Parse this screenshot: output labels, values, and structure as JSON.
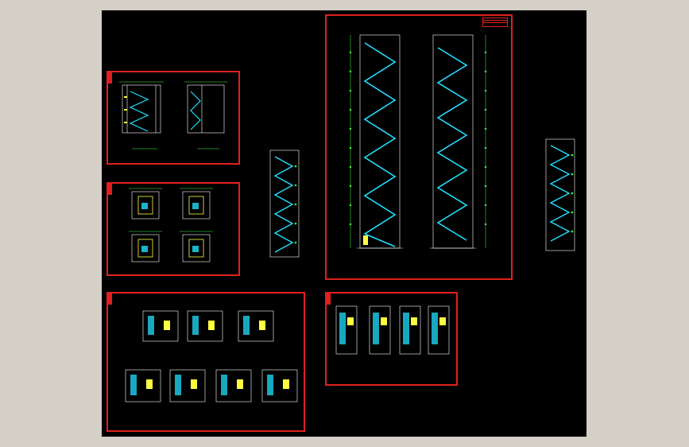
{
  "colors": {
    "background": "#d4d0c8",
    "canvas": "#000000",
    "frame": "#e02020",
    "stair": "#20e0ff",
    "wall": "#ffffff",
    "dimension": "#40ff40",
    "text": "#ffff40"
  },
  "sheets": [
    {
      "id": "sheet-stair-sections-a",
      "tag": "",
      "caption": ""
    },
    {
      "id": "sheet-stair-plans-a",
      "tag": "",
      "caption": ""
    },
    {
      "id": "sheet-stair-plans-b",
      "tag": "",
      "caption": ""
    },
    {
      "id": "sheet-stair-plans-c",
      "tag": "",
      "caption": ""
    },
    {
      "id": "sheet-stair-sections-main",
      "tag": "",
      "caption": ""
    }
  ],
  "drawings": [
    {
      "id": "section-tall-left"
    },
    {
      "id": "section-tall-right"
    }
  ]
}
